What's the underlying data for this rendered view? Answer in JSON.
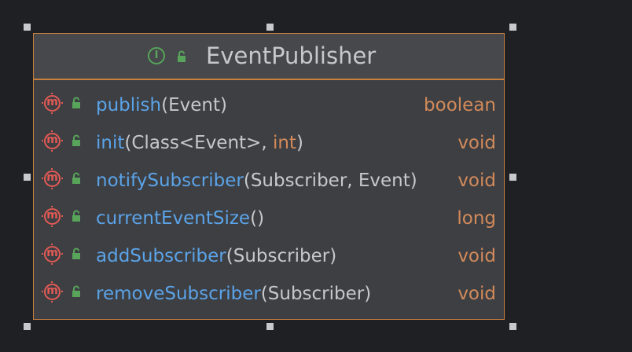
{
  "diagram": {
    "type": "uml-class-interface",
    "colors": {
      "background": "#1f2023",
      "box_fill": "#3d3f43",
      "box_border": "#c8803c",
      "method_name": "#5ba3e8",
      "return_type": "#d38a5a",
      "text": "#c6c8cb",
      "method_icon": "#e35a55",
      "visibility_icon": "#57a45a"
    },
    "class": {
      "name": "EventPublisher",
      "icon": "interface-icon",
      "icon_letter": "I",
      "visibility": "public"
    },
    "methods": [
      {
        "name": "publish",
        "open": "(",
        "params": "Event",
        "prim": "",
        "close": ")",
        "return_type": "boolean"
      },
      {
        "name": "init",
        "open": "(",
        "params": "Class<Event>, ",
        "prim": "int",
        "close": ")",
        "return_type": "void"
      },
      {
        "name": "notifySubscriber",
        "open": "(",
        "params": "Subscriber, Event",
        "prim": "",
        "close": ")",
        "return_type": "void"
      },
      {
        "name": "currentEventSize",
        "open": "(",
        "params": "",
        "prim": "",
        "close": ")",
        "return_type": "long"
      },
      {
        "name": "addSubscriber",
        "open": "(",
        "params": "Subscriber",
        "prim": "",
        "close": ")",
        "return_type": "void"
      },
      {
        "name": "removeSubscriber",
        "open": "(",
        "params": "Subscriber",
        "prim": "",
        "close": ")",
        "return_type": "void"
      }
    ],
    "method_icon_letter": "m"
  }
}
